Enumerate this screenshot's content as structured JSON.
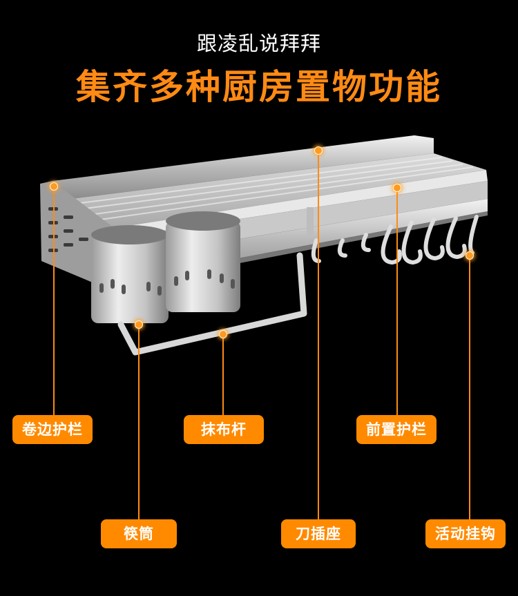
{
  "subtitle": "跟凌乱说拜拜",
  "headline": "集齐多种厨房置物功能",
  "labels": {
    "rolled_rail": "卷边护栏",
    "towel_bar": "抹布杆",
    "front_rail": "前置护栏",
    "chopstick_holder": "筷筒",
    "knife_slot": "刀插座",
    "hooks": "活动挂钩"
  },
  "colors": {
    "accent": "#ff8a00",
    "background": "#000000"
  }
}
